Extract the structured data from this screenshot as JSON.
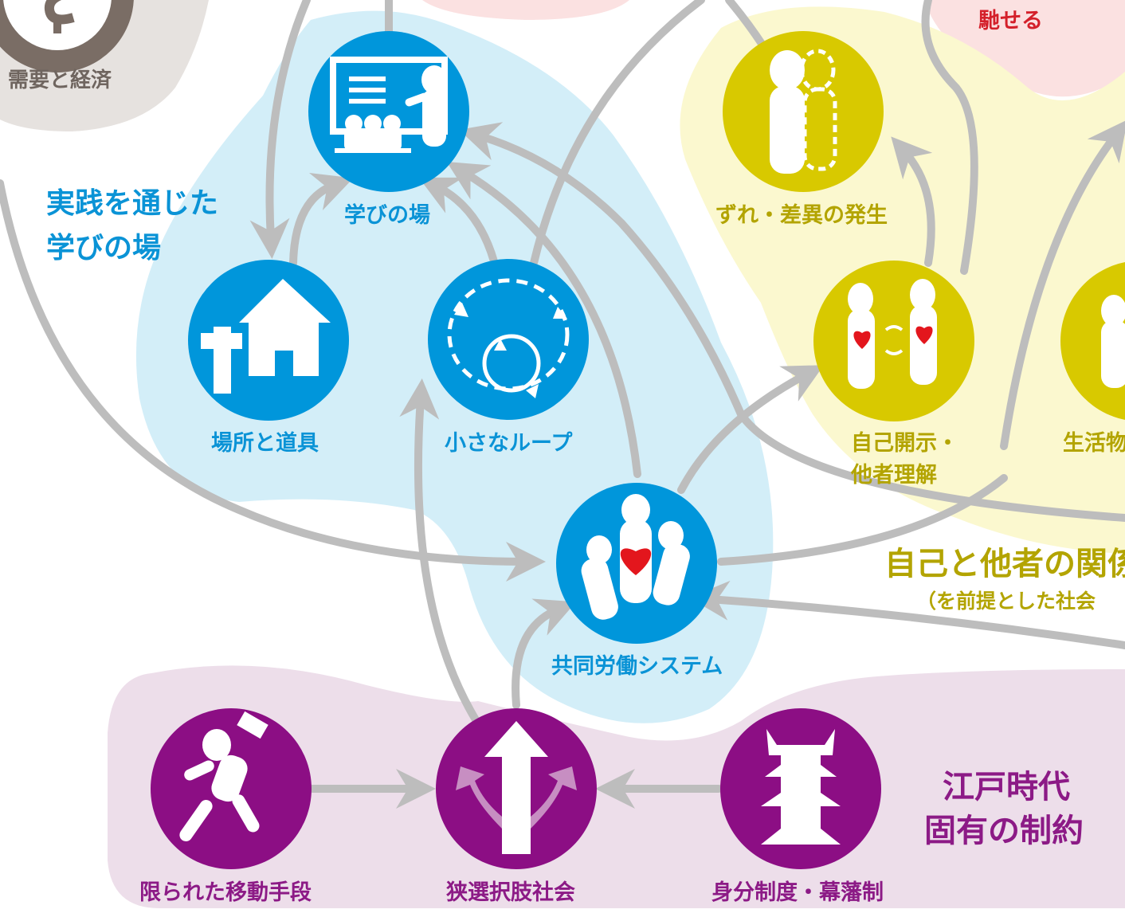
{
  "colors": {
    "blue": "#0096db",
    "blue_region": "#d3eef8",
    "purple": "#8c0e84",
    "purple_region": "#eddeea",
    "olive": "#d8c900",
    "yellow_region": "#fbf8cf",
    "gray_region": "#e6e2df",
    "pink_region": "#fbe1e1",
    "arrow": "#bdbdbd",
    "heart_red": "#e3161d"
  },
  "regions": {
    "economy": {
      "label": "需要と経済"
    },
    "learning": {
      "label_line1": "実践を通じた",
      "label_line2": "学びの場"
    },
    "edo": {
      "label_line1": "江戸時代",
      "label_line2": "固有の制約"
    },
    "self_other": {
      "label": "自己と他者の関係",
      "sublabel": "（を前提とした社会"
    },
    "pink": {
      "label": "馳せる"
    }
  },
  "nodes": {
    "manabi": {
      "label": "学びの場",
      "icon": "classroom-icon"
    },
    "basho": {
      "label": "場所と道具",
      "icon": "house-tool-icon"
    },
    "loop": {
      "label": "小さなループ",
      "icon": "loop-cycle-icon"
    },
    "kyodo": {
      "label": "共同労働システム",
      "icon": "team-heart-icon"
    },
    "zure": {
      "label": "ずれ・差異の発生",
      "icon": "divergence-person-icon"
    },
    "jiko": {
      "label_line1": "自己開示・",
      "label_line2": "他者理解",
      "icon": "two-hearts-exchange-icon"
    },
    "seikatsu": {
      "label": "生活物",
      "icon": "person-icon"
    },
    "ido": {
      "label": "限られた移動手段",
      "icon": "running-courier-icon"
    },
    "sentaku": {
      "label": "狭選択肢社会",
      "icon": "branching-arrows-icon"
    },
    "mibun": {
      "label": "身分制度・幕藩制",
      "icon": "castle-icon"
    }
  }
}
